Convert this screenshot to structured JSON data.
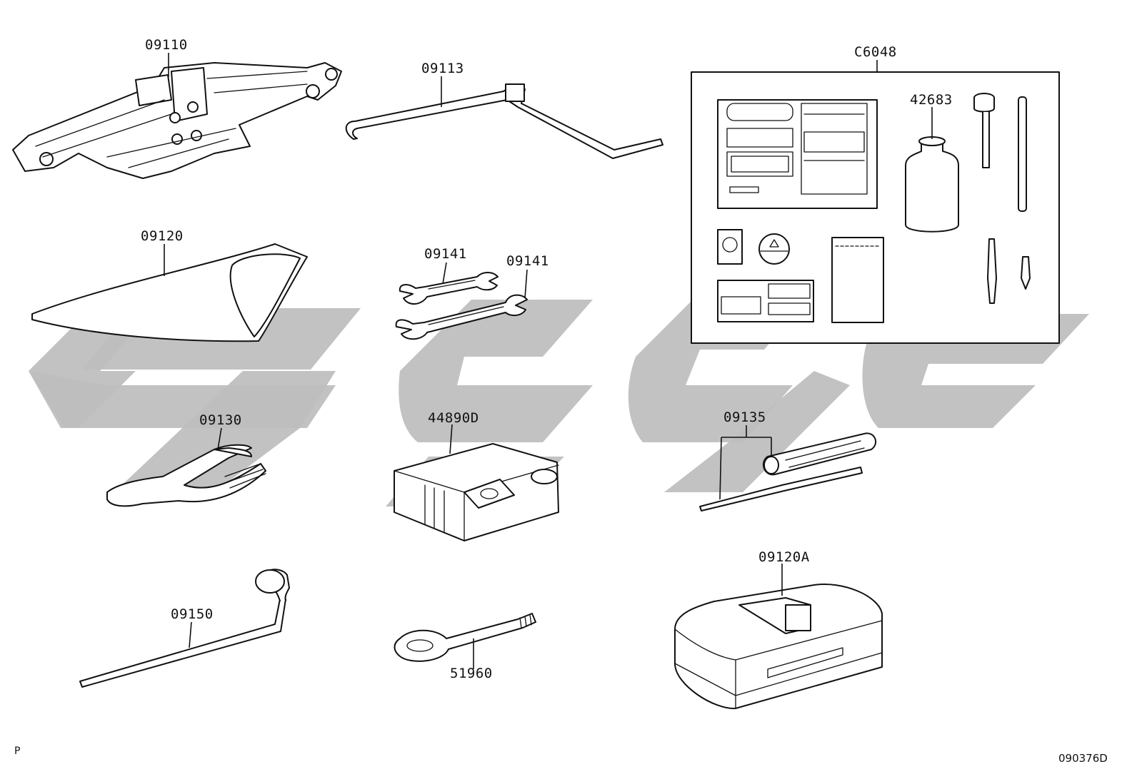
{
  "parts": [
    {
      "id": "p1",
      "part_no": "09110",
      "icon": "scissor-jack-icon"
    },
    {
      "id": "p2",
      "part_no": "09113",
      "icon": "jack-handle-rod-icon"
    },
    {
      "id": "p3",
      "part_no": "C6048",
      "icon": "repair-kit-panel-icon"
    },
    {
      "id": "p4",
      "part_no": "42683",
      "icon": "sealant-bottle-icon"
    },
    {
      "id": "p5",
      "part_no": "09120",
      "icon": "tool-bag-icon"
    },
    {
      "id": "p6",
      "part_no": "09141",
      "icon": "open-end-wrench-icon"
    },
    {
      "id": "p7",
      "part_no": "09141",
      "icon": "open-end-wrench-icon"
    },
    {
      "id": "p8",
      "part_no": "09130",
      "icon": "pliers-icon"
    },
    {
      "id": "p9",
      "part_no": "44890D",
      "icon": "air-compressor-icon"
    },
    {
      "id": "p10",
      "part_no": "09135",
      "icon": "screwdriver-icon"
    },
    {
      "id": "p11",
      "part_no": "09150",
      "icon": "lug-wrench-icon"
    },
    {
      "id": "p12",
      "part_no": "51960",
      "icon": "tow-eye-hook-icon"
    },
    {
      "id": "p13",
      "part_no": "09120A",
      "icon": "tool-tray-icon"
    }
  ],
  "footer": {
    "left_mark": "P",
    "diagram_code": "090376D"
  },
  "colors": {
    "line": "#111111",
    "watermark": "#bdbdbd",
    "background": "#ffffff"
  }
}
